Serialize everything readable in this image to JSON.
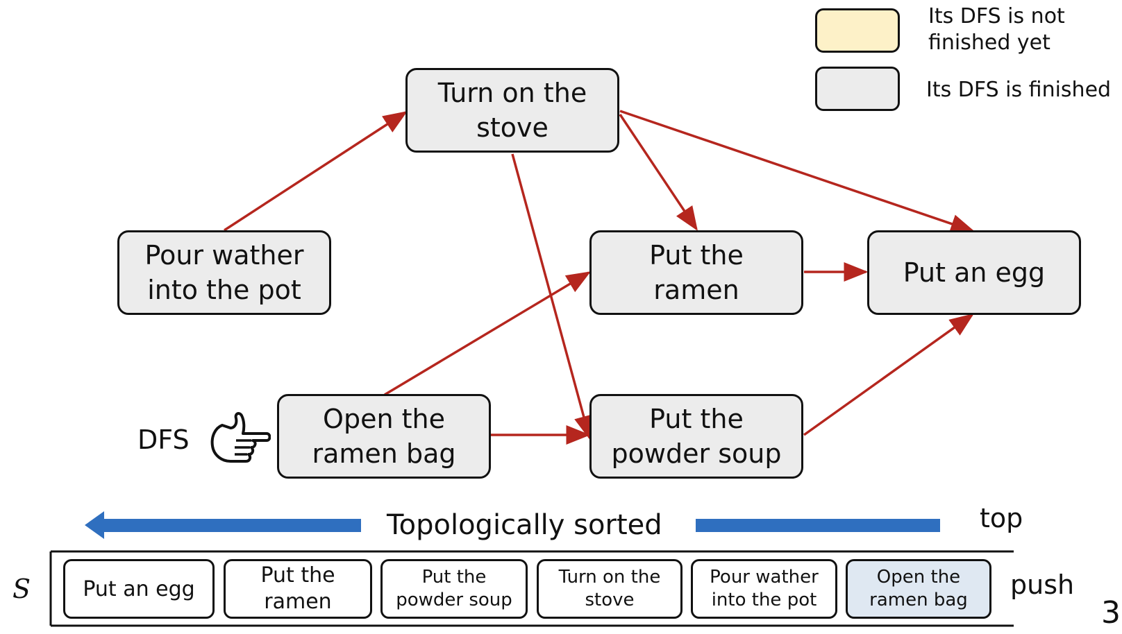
{
  "legend": {
    "not_finished_label": "Its DFS is not\nfinished yet",
    "finished_label": "Its DFS is finished",
    "not_finished_color": "#fdf1c8",
    "finished_color": "#ececec"
  },
  "nodes": {
    "turn_on_stove": "Turn on the\nstove",
    "pour_water": "Pour wather\ninto the pot",
    "put_ramen": "Put the\nramen",
    "put_egg": "Put an egg",
    "open_bag": "Open the\nramen bag",
    "put_powder": "Put the\npowder soup"
  },
  "dfs_pointer": {
    "label": "DFS",
    "icon": "pointing-hand-icon"
  },
  "sort_banner": {
    "label": "Topologically sorted",
    "top_label": "top",
    "arrow_color": "#2f6fbf"
  },
  "stack": {
    "name": "S",
    "push_label": "push",
    "items": [
      "Put an egg",
      "Put the\nramen",
      "Put the\npowder soup",
      "Turn on the\nstove",
      "Pour wather\ninto the pot",
      "Open the\nramen bag"
    ]
  },
  "edge_color": "#b5261e",
  "page_number": "3"
}
